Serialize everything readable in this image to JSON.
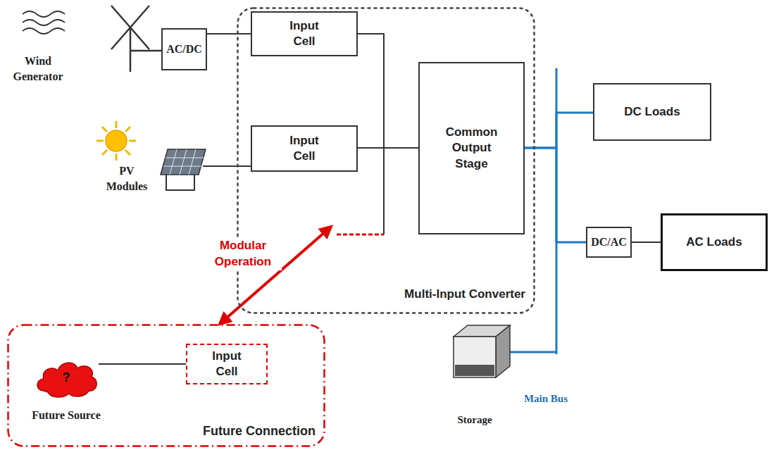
{
  "diagram": {
    "nodes": [
      {
        "text": [
          "AC/DC"
        ]
      },
      {
        "text": [
          "Multi-Input Converter"
        ]
      },
      {
        "text": [
          "Input Cell"
        ],
        "in": 1
      },
      {
        "text": [
          "Input Cell"
        ],
        "in": 1
      },
      {
        "text": [
          "Common Output Stage"
        ],
        "in": 1
      },
      {
        "text": [
          "DC Loads"
        ]
      },
      {
        "text": [
          "DC/AC"
        ]
      },
      {
        "text": [
          "AC Loads"
        ]
      },
      {
        "text": [
          "Future Connection"
        ]
      },
      {
        "text": [
          "?",
          "Future Source"
        ],
        "in": 8
      },
      {
        "text": [
          "Input Cell"
        ],
        "in": 8
      }
    ],
    "edges": [
      {
        "from": 0,
        "to": 2,
        "arrow": "none"
      },
      {
        "from": 2,
        "to": 4,
        "arrow": "none"
      },
      {
        "from": 3,
        "to": 4,
        "arrow": "none"
      },
      {
        "from": 4,
        "to": 5,
        "arrow": "none"
      },
      {
        "from": 4,
        "to": 6,
        "arrow": "none"
      },
      {
        "from": 6,
        "to": 7,
        "arrow": "none"
      },
      {
        "from": 1,
        "to": 8,
        "label": "Modular Operation",
        "arrow": "both"
      },
      {
        "from": 9,
        "to": 10,
        "arrow": "none"
      }
    ],
    "labels": [
      "Wind Generator",
      "PV Modules",
      "Storage",
      "Main Bus"
    ]
  }
}
